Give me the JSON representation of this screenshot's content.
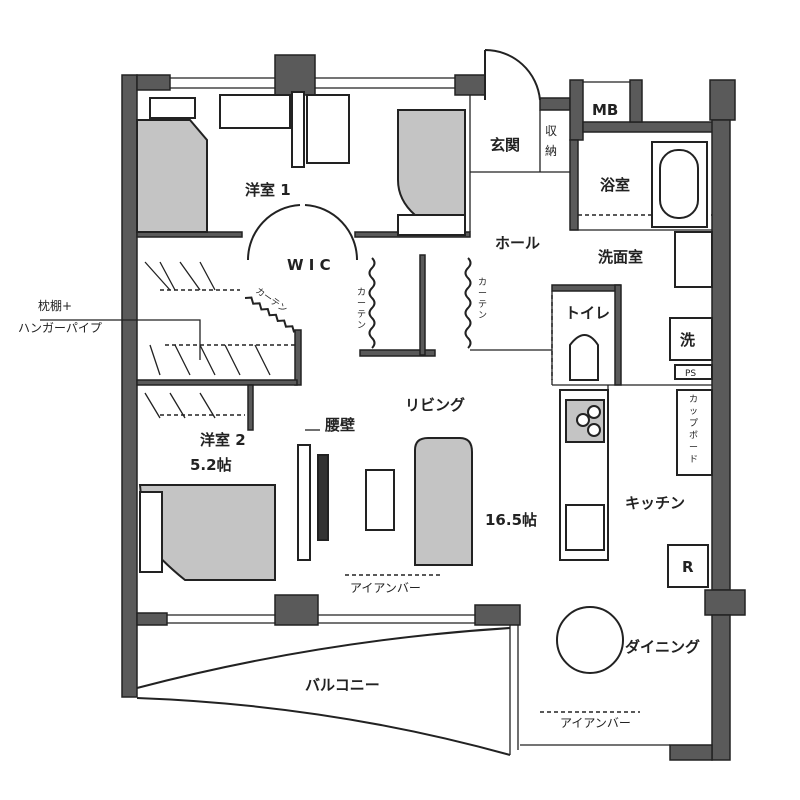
{
  "rooms": {
    "western_room_1": "洋室 1",
    "wic": "W I C",
    "western_room_2": "洋室 2",
    "western_room_2_size": "5.2帖",
    "living": "リビング",
    "living_size": "16.5帖",
    "kitchen": "キッチン",
    "dining": "ダイニング",
    "balcony": "バルコニー",
    "entrance": "玄関",
    "storage": [
      "収",
      "納"
    ],
    "mb": "MB",
    "bathroom": "浴室",
    "hall": "ホール",
    "washroom": "洗面室",
    "toilet": "トイレ",
    "washer": "洗",
    "ps": "PS",
    "refrigerator": "R",
    "cupboard": [
      "カ",
      "ッ",
      "プ",
      "ボ",
      "ー",
      "ド"
    ]
  },
  "annotations": {
    "shelf_line1": "枕棚+",
    "shelf_line2": "ハンガーパイプ",
    "curtain": "カーテン",
    "curtain_v": [
      "カ",
      "ー",
      "テ",
      "ン"
    ],
    "waist_wall": "腰壁",
    "iron_bar_living": "アイアンバー",
    "iron_bar_dining": "アイアンバー"
  },
  "colors": {
    "wall": "#5a5a5a",
    "furniture": "#c4c4c4"
  }
}
